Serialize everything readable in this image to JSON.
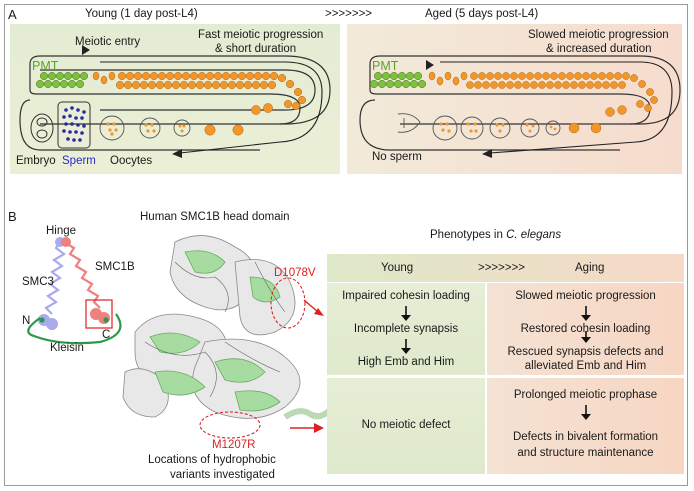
{
  "panel_a": {
    "label": "A",
    "young_title": "Young (1 day post-L4)",
    "arrows": ">>>>>>>",
    "aged_title": "Aged (5 days post-L4)",
    "meiotic_entry": "Meiotic entry",
    "young_note_1": "Fast meiotic progression",
    "young_note_2": "& short duration",
    "aged_note_1": "Slowed meiotic progression",
    "aged_note_2": "& increased duration",
    "pmt": "PMT",
    "embryo": "Embryo",
    "sperm": "Sperm",
    "oocytes": "Oocytes",
    "no_sperm": "No sperm"
  },
  "panel_b": {
    "label": "B",
    "hinge": "Hinge",
    "smc3": "SMC3",
    "smc1b": "SMC1B",
    "n": "N",
    "c": "C",
    "kleisin": "Kleisin",
    "structure_title": "Human SMC1B head domain",
    "variant_1": "D1078V",
    "variant_2": "M1207R",
    "caption_1": "Locations of hydrophobic",
    "caption_2": "variants investigated",
    "phenotypes_title_prefix": "Phenotypes in ",
    "phenotypes_title_species": "C. elegans",
    "col_young": "Young",
    "col_arrows": ">>>>>>>",
    "col_aging": "Aging",
    "row1_young": [
      "Impaired cohesin loading",
      "Incomplete synapsis",
      "High Emb and Him"
    ],
    "row1_aging": [
      "Slowed meiotic progression",
      "Restored cohesin loading",
      "Rescued synapsis defects and",
      "alleviated Emb and Him"
    ],
    "row2_young": [
      "No meiotic defect"
    ],
    "row2_aging": [
      "Prolonged meiotic prophase",
      "Defects in bivalent formation",
      "and structure maintenance"
    ]
  },
  "colors": {
    "pmt_green": "#7fbf3f",
    "meiotic_orange": "#f0962a",
    "sperm_blue": "#2a2aa0",
    "variant_red": "#e02020",
    "smc3_blue": "#a9a9ee",
    "smc1b_red": "#ee8080",
    "kleisin_green": "#2a9a4a"
  }
}
